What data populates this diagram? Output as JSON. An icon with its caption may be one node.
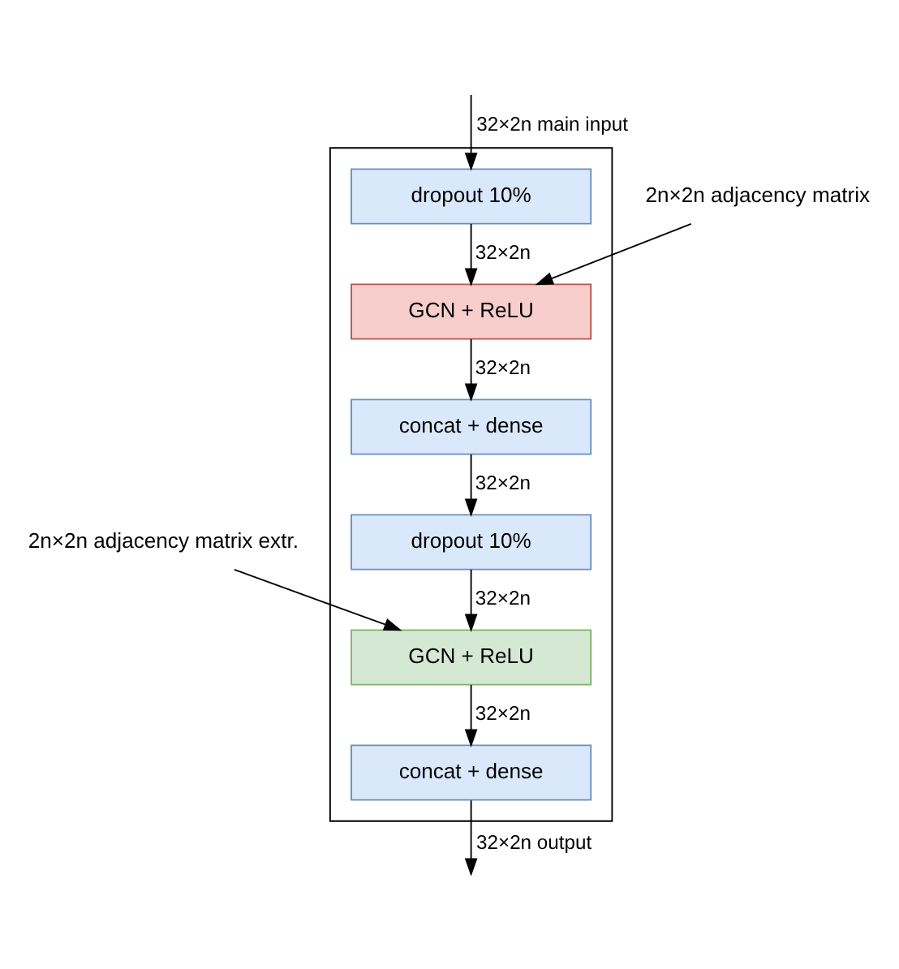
{
  "diagram": {
    "nodes": [
      {
        "text": [],
        "shape": "box"
      },
      {
        "text": [
          "dropout 10%"
        ],
        "in": 0
      },
      {
        "text": [
          "GCN + ReLU"
        ],
        "in": 0
      },
      {
        "text": [
          "concat + dense"
        ],
        "in": 0
      },
      {
        "text": [
          "dropout 10%"
        ],
        "in": 0
      },
      {
        "text": [
          "GCN + ReLU"
        ],
        "in": 0
      },
      {
        "text": [
          "concat + dense"
        ],
        "in": 0
      },
      {
        "text": [
          "2n×2n adjacency matrix"
        ]
      },
      {
        "text": [
          "2n×2n adjacency matrix extr."
        ]
      }
    ],
    "edges": [
      {
        "from": null,
        "to": 1,
        "arrow": "to",
        "label": "32×2n main input"
      },
      {
        "from": 1,
        "to": 2,
        "arrow": "to",
        "label": "32×2n"
      },
      {
        "from": 7,
        "to": 2,
        "arrow": "to"
      },
      {
        "from": 2,
        "to": 3,
        "arrow": "to",
        "label": "32×2n"
      },
      {
        "from": 3,
        "to": 4,
        "arrow": "to",
        "label": "32×2n"
      },
      {
        "from": 4,
        "to": 5,
        "arrow": "to",
        "label": "32×2n"
      },
      {
        "from": 8,
        "to": 5,
        "arrow": "to"
      },
      {
        "from": 5,
        "to": 6,
        "arrow": "to",
        "label": "32×2n"
      },
      {
        "from": 6,
        "to": null,
        "arrow": "to",
        "label": "32×2n output"
      }
    ]
  }
}
